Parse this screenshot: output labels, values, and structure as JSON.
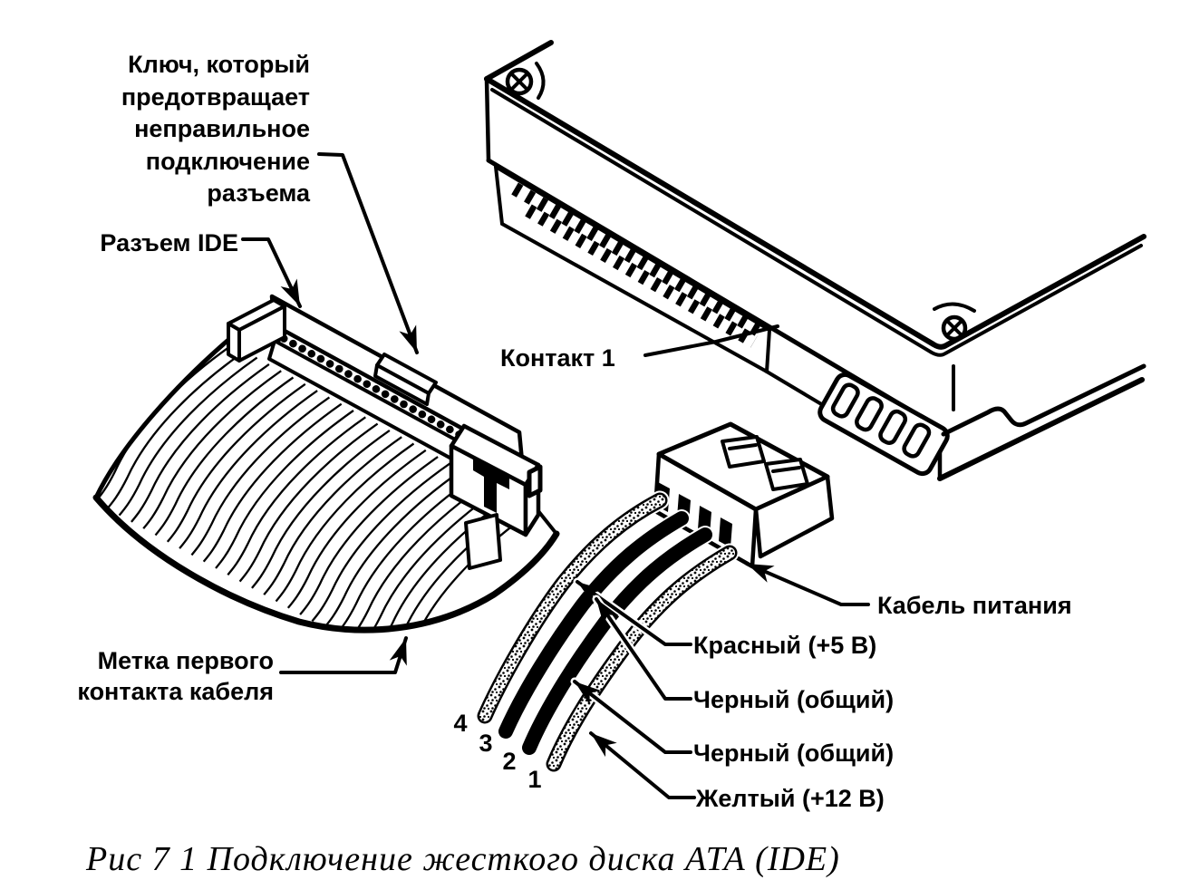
{
  "figure": {
    "caption": "Рис  7 1  Подключение жесткого диска АТА (IDE)",
    "labels": {
      "key_note_lines": [
        "Ключ, который",
        "предотвращает",
        "неправильное",
        "подключение",
        "разъема"
      ],
      "ide_connector": "Разъем IDE",
      "pin1": "Контакт 1",
      "cable_mark_lines": [
        "Метка первого",
        "контакта кабеля"
      ],
      "power_cable": "Кабель питания",
      "wire_red": "Красный (+5 В)",
      "wire_black_1": "Черный (общий)",
      "wire_black_2": "Черный (общий)",
      "wire_yellow": "Желтый (+12 В)",
      "wire_numbers": [
        "4",
        "3",
        "2",
        "1"
      ]
    },
    "colors": {
      "ink": "#000000",
      "paper": "#ffffff"
    }
  }
}
